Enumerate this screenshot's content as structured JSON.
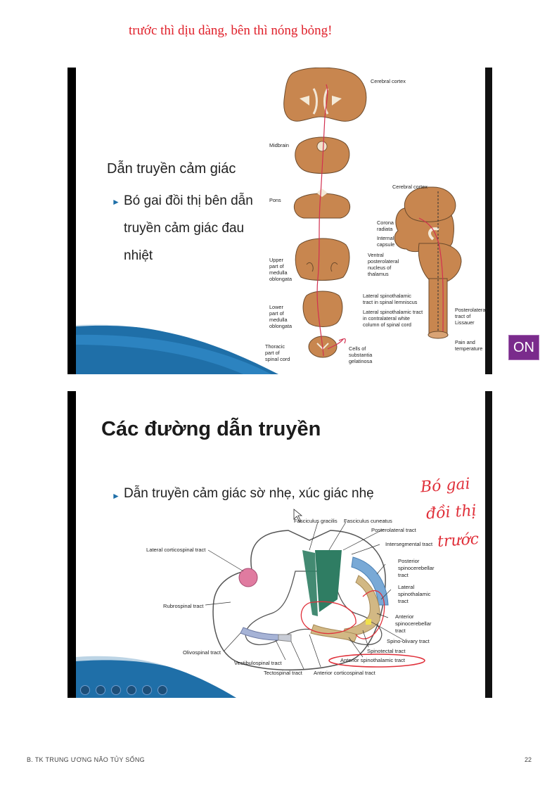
{
  "top_note": "trước thì dịu dàng, bên thì nóng bỏng!",
  "slide1": {
    "title": "Dẫn truyền cảm giác",
    "bullet": "Bó gai đồi thị bên dẫn truyền cảm giác đau nhiệt",
    "labels": {
      "cerebral_cortex": "Cerebral cortex",
      "midbrain": "Midbrain",
      "pons": "Pons",
      "upper_medulla": "Upper part of medulla oblongata",
      "lower_medulla": "Lower part of medulla oblongata",
      "thoracic": "Thoracic part of spinal cord",
      "cells": "Cells of substantia gelatinosa",
      "cerebral_cortex2": "Cerebral cortex",
      "corona": "Corona radiata",
      "internal_capsule": "Internal capsule",
      "ventral": "Ventral posterolateral nucleus of thalamus",
      "lat_lemniscus": "Lateral spinothalamic tract in spinal lemniscus",
      "lat_white": "Lateral spinothalamic tract in contralateral white column of spinal cord",
      "lissauer": "Posterolateral tract of Lissauer",
      "pain": "Pain and temperature"
    }
  },
  "slide2": {
    "title": "Các đường dẫn truyền",
    "bullet": "Dẫn truyền cảm giác sờ nhẹ, xúc giác nhẹ",
    "labels": {
      "gracilis": "Fasciculus gracilis",
      "cuneatus": "Fasciculus cuneatus",
      "posterolateral": "Posterolateral tract",
      "intersegmental": "Intersegmental tract",
      "posterior_spinocerebellar": "Posterior spinocerebellar tract",
      "lateral_spinothalamic": "Lateral spinothalamic tract",
      "anterior_spinocerebellar": "Anterior spinocerebellar tract",
      "spino_olivary": "Spino-olivary tract",
      "spinotectal": "Spinotectal tract",
      "anterior_spinothalamic": "Anterior spinothalamic tract",
      "lateral_corticospinal": "Lateral corticospinal tract",
      "rubrospinal": "Rubrospinal tract",
      "olivospinal": "Olivospinal tract",
      "vestibulospinal": "Vestibulospinal tract",
      "tectospinal": "Tectospinal tract",
      "anterior_corticospinal": "Anterior corticospinal tract"
    },
    "hand_note": [
      "Bó gai",
      "đồi thị",
      "trước"
    ]
  },
  "on_button": "ON",
  "footer": {
    "left": "B. TK TRUNG ƯƠNG NÃO TỦY SỐNG",
    "page": "22"
  },
  "colors": {
    "accent_red": "#e0202a",
    "brain": "#c8864f",
    "slide_blue": "#1f6fa8",
    "on_button": "#7a2b8c"
  }
}
